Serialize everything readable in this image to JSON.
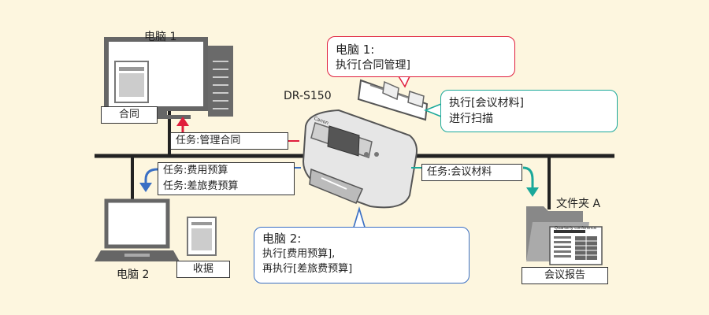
{
  "pc1": {
    "title": "电脑 1",
    "doc_label": "合同"
  },
  "pc2": {
    "title": "电脑 2",
    "doc_label": "收据"
  },
  "scanner": {
    "model": "DR-S150",
    "brand": "Canon"
  },
  "folder": {
    "title": "文件夹 A",
    "report_label": "会议报告",
    "doc_header": "Quarterly conference"
  },
  "tasks": {
    "contract": "任务:管理合同",
    "budget_1": "任务:费用预算",
    "budget_2": "任务:差旅费预算",
    "meeting": "任务:会议材料"
  },
  "callouts": {
    "pc1": {
      "title": "电脑 1:",
      "line1": "执行[合同管理]"
    },
    "meeting": {
      "line1": "执行[会议材料]",
      "line2": "进行扫描"
    },
    "pc2": {
      "title": "电脑 2:",
      "line1": "执行[费用预算],",
      "line2": "再执行[差旅费预算]"
    }
  },
  "colors": {
    "red": "#e01e3c",
    "blue": "#3a6fc4",
    "teal": "#1aa89a",
    "black": "#222222"
  }
}
